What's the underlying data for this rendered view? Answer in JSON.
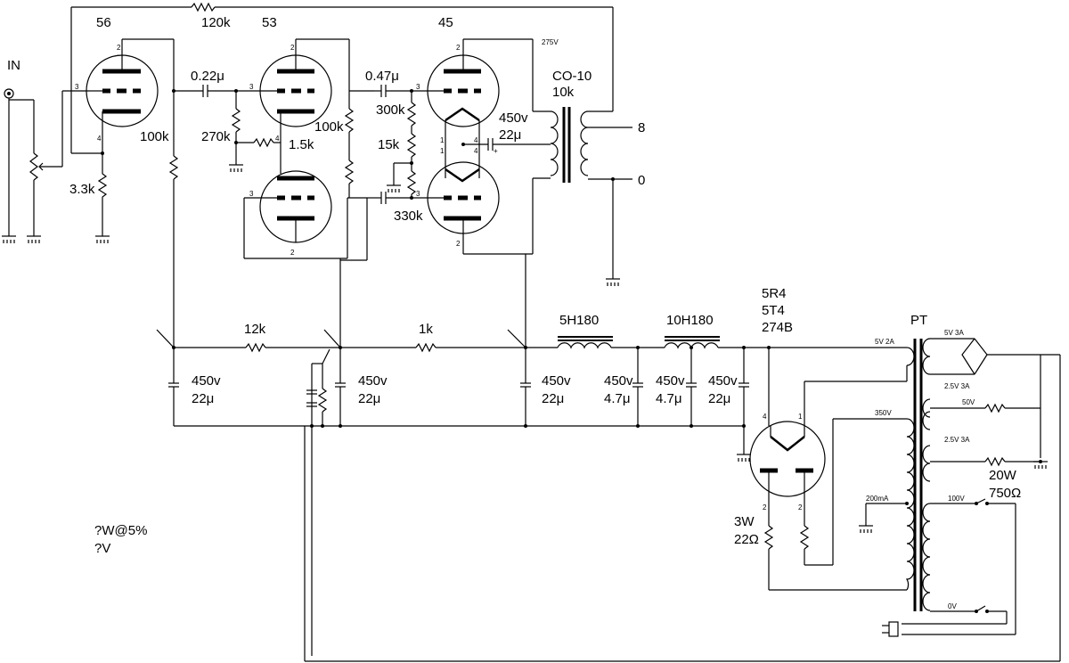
{
  "tubes": {
    "v56": "56",
    "v53": "53",
    "v45": "45",
    "rect": [
      "5R4",
      "5T4",
      "274B"
    ]
  },
  "input_label": "IN",
  "resistors": {
    "fb": "120k",
    "grid56": "100k",
    "cath56": "3.3k",
    "grid53": "270k",
    "cath53": "1.5k",
    "plate53": "100k",
    "r300k": "300k",
    "r15k": "15k",
    "r330k": "330k",
    "rf12k": "12k",
    "rf1k": "1k",
    "r3w": [
      "3W",
      "22Ω"
    ],
    "r20w": [
      "20W",
      "750Ω"
    ]
  },
  "caps": {
    "c022": "0.22μ",
    "c047": "0.47μ",
    "ck45": [
      "450v",
      "22μ"
    ],
    "pc1": [
      "450v",
      "22μ"
    ],
    "pc2": [
      "450v",
      "22μ"
    ],
    "pc3": [
      "450v",
      "22μ"
    ],
    "pc4": [
      "450v",
      "4.7μ"
    ],
    "pc5": [
      "450v",
      "4.7μ"
    ],
    "pc6": [
      "450v",
      "22μ"
    ]
  },
  "output_transformer": {
    "name": "CO-10",
    "imp": "10k",
    "tap8": "8",
    "tap0": "0",
    "b_plus": "275V"
  },
  "chokes": {
    "ch1": "5H180",
    "ch2": "10H180"
  },
  "power_transformer": {
    "name": "PT",
    "sec_5v": "5V 2A",
    "sec_350v": "350V",
    "sec_200ma": "200mA",
    "sec_5v3a": "5V 3A",
    "sec_25v_a": "2.5V 3A",
    "sec_50v": "50V",
    "sec_25v_b": "2.5V 3A",
    "pri_100v": "100V",
    "pri_0v": "0V"
  },
  "pins": {
    "p2": "2",
    "p3": "3",
    "p4": "4",
    "p1": "1"
  },
  "notes": [
    "?W@5%",
    "?V"
  ]
}
